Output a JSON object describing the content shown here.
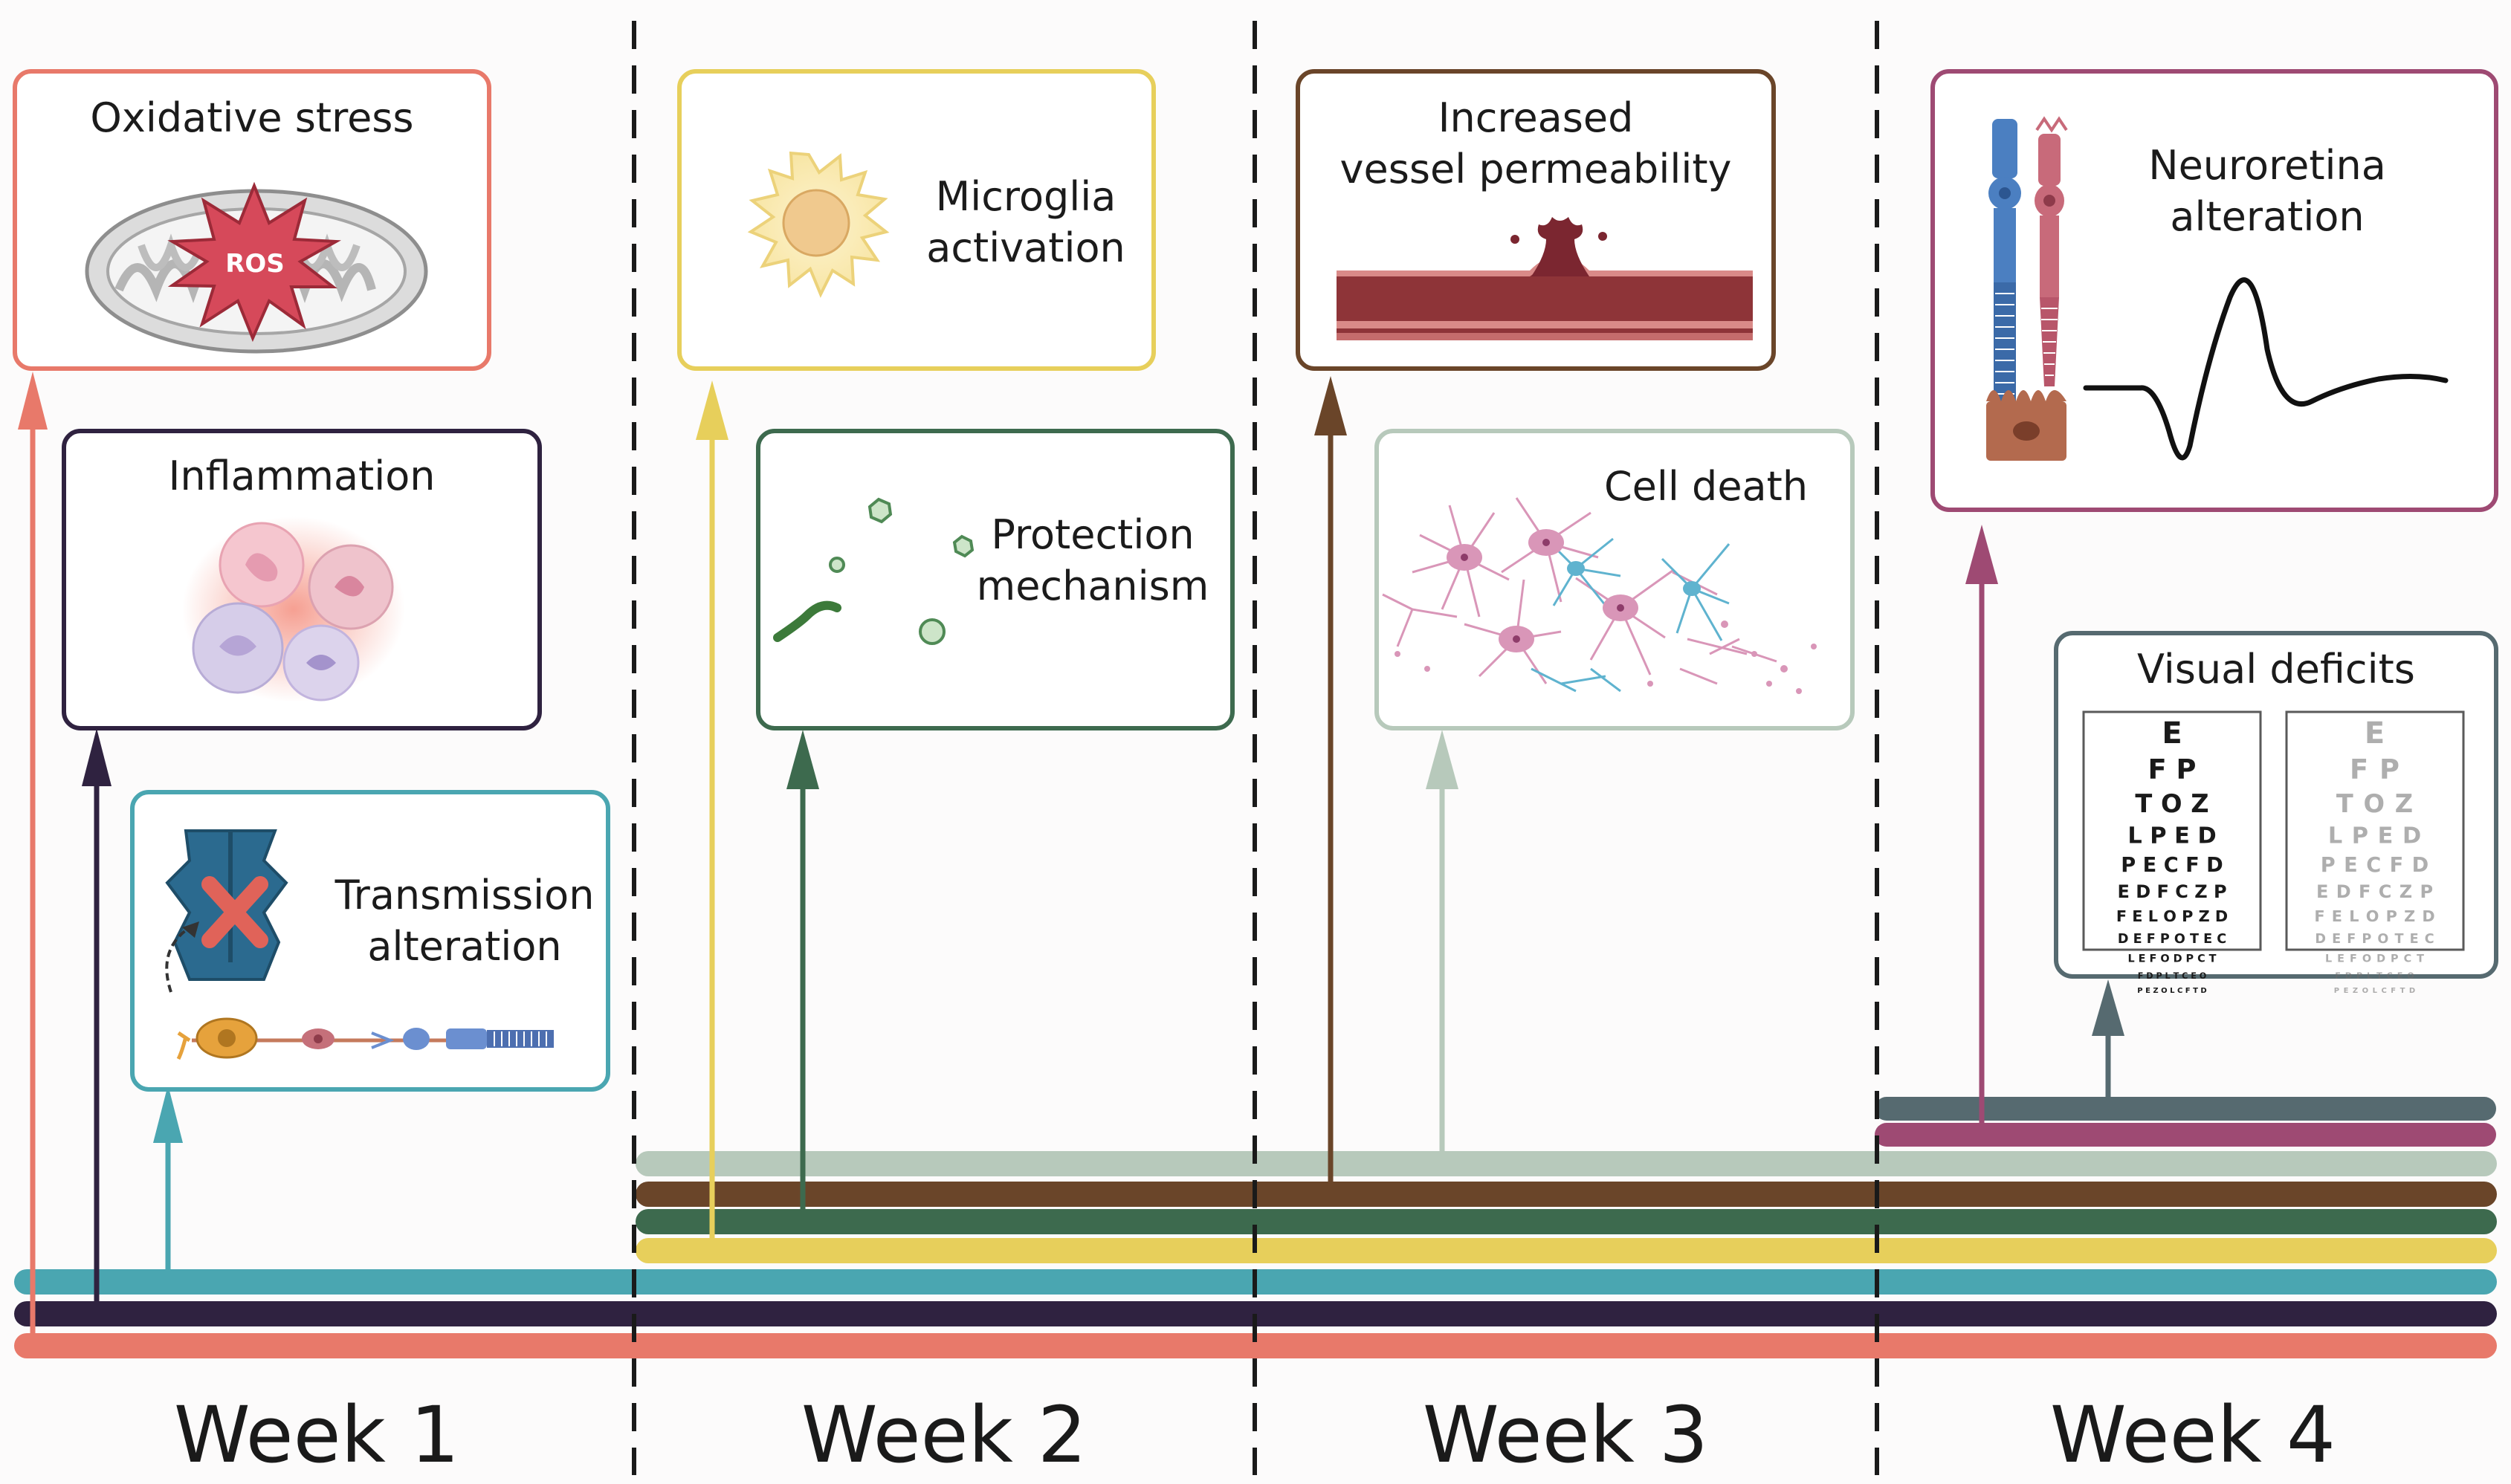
{
  "colors": {
    "oxidative": "#e8796a",
    "inflammation": "#2f2240",
    "transmission": "#4aa6b1",
    "microglia": "#e7cf5b",
    "protection": "#3d6a4e",
    "permeability": "#6a4529",
    "cell_death": "#b7c9bb",
    "neuroretina": "#9e4a73",
    "visual": "#566a70"
  },
  "events": {
    "oxidative_stress": "Oxidative stress",
    "ros": "ROS",
    "inflammation": "Inflammation",
    "transmission": [
      "Transmission",
      "alteration"
    ],
    "microglia": [
      "Microglia",
      "activation"
    ],
    "protection": [
      "Protection",
      "mechanism"
    ],
    "permeability": [
      "Increased",
      "vessel permeability"
    ],
    "cell_death": "Cell death",
    "neuroretina": [
      "Neuroretina",
      "alteration"
    ],
    "visual_deficits": "Visual deficits"
  },
  "eye_chart": {
    "rows": [
      "E",
      "F P",
      "T O Z",
      "L P E D",
      "P E C F D",
      "E D F C Z P",
      "F E L O P Z D",
      "D E F P O T E C",
      "L E F O D P C T",
      "F D P L T C E O",
      "P E Z O L C F T D"
    ]
  },
  "weeks": [
    "Week 1",
    "Week 2",
    "Week 3",
    "Week 4"
  ]
}
